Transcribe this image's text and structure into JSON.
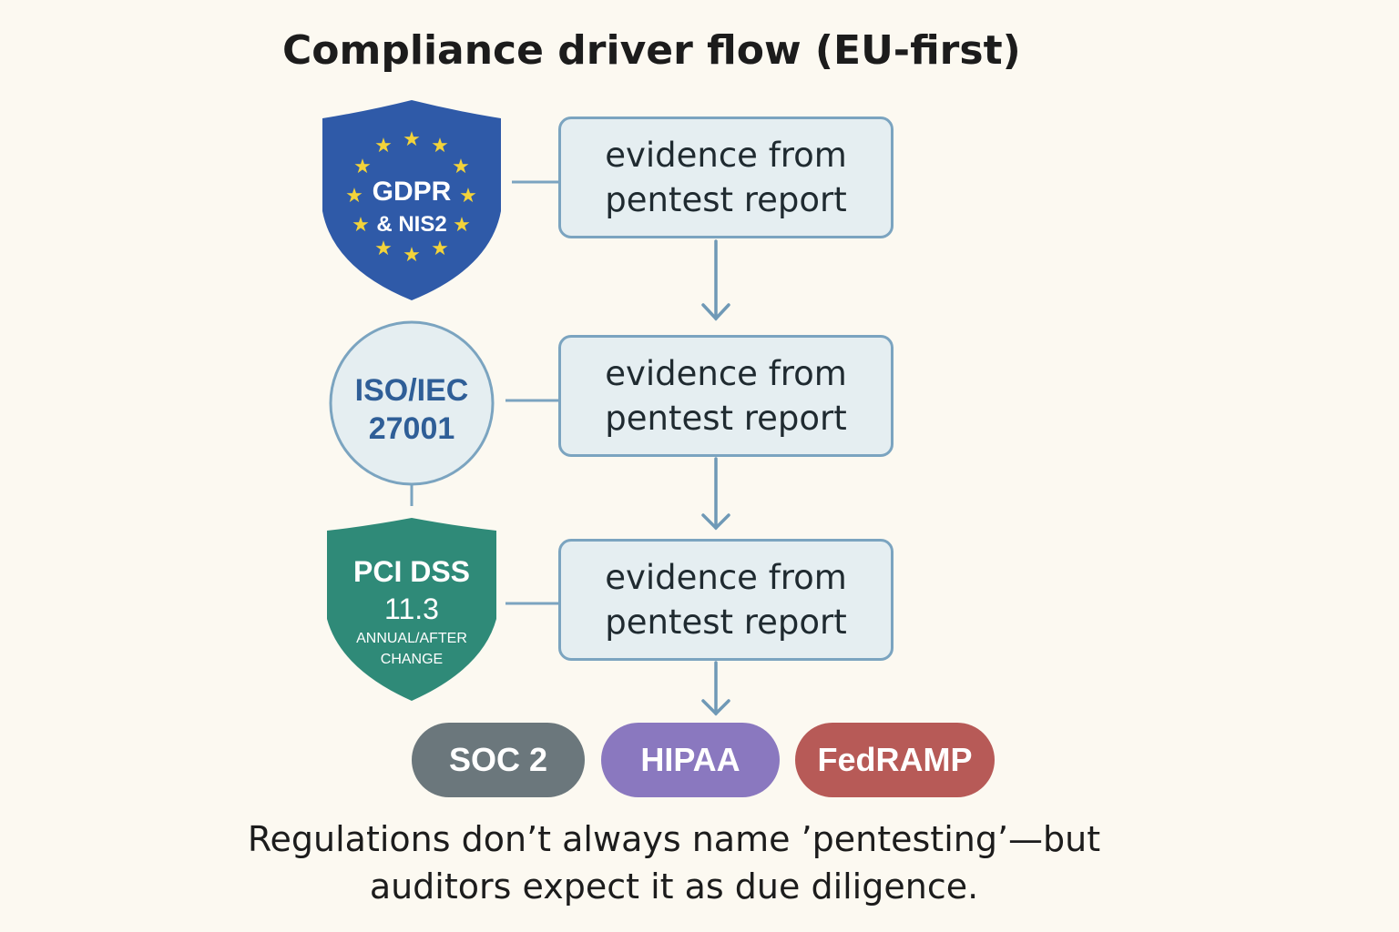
{
  "title": "Compliance driver flow (EU-first)",
  "regulations": {
    "gdpr": {
      "line1": "GDPR",
      "line2": "& NIS2",
      "color": "#2f5aa8",
      "star_color": "#f3d33a"
    },
    "iso": {
      "line1": "ISO/IEC",
      "line2": "27001",
      "color": "#2f5e97"
    },
    "pci": {
      "line1": "PCI DSS",
      "line2": "11.3",
      "line3": "ANNUAL/AFTER",
      "line4": "CHANGE",
      "color": "#2f8a78"
    }
  },
  "evidence_boxes": [
    {
      "line1": "evidence from",
      "line2": "pentest report"
    },
    {
      "line1": "evidence from",
      "line2": "pentest report"
    },
    {
      "line1": "evidence from",
      "line2": "pentest report"
    }
  ],
  "frameworks": [
    {
      "label": "SOC 2",
      "color": "#6b777c"
    },
    {
      "label": "HIPAA",
      "color": "#8a78bf"
    },
    {
      "label": "FedRAMP",
      "color": "#b75a57"
    }
  ],
  "caption": {
    "line1": "Regulations don’t always name ’pentesting’—but",
    "line2": "auditors expect it as due diligence."
  }
}
